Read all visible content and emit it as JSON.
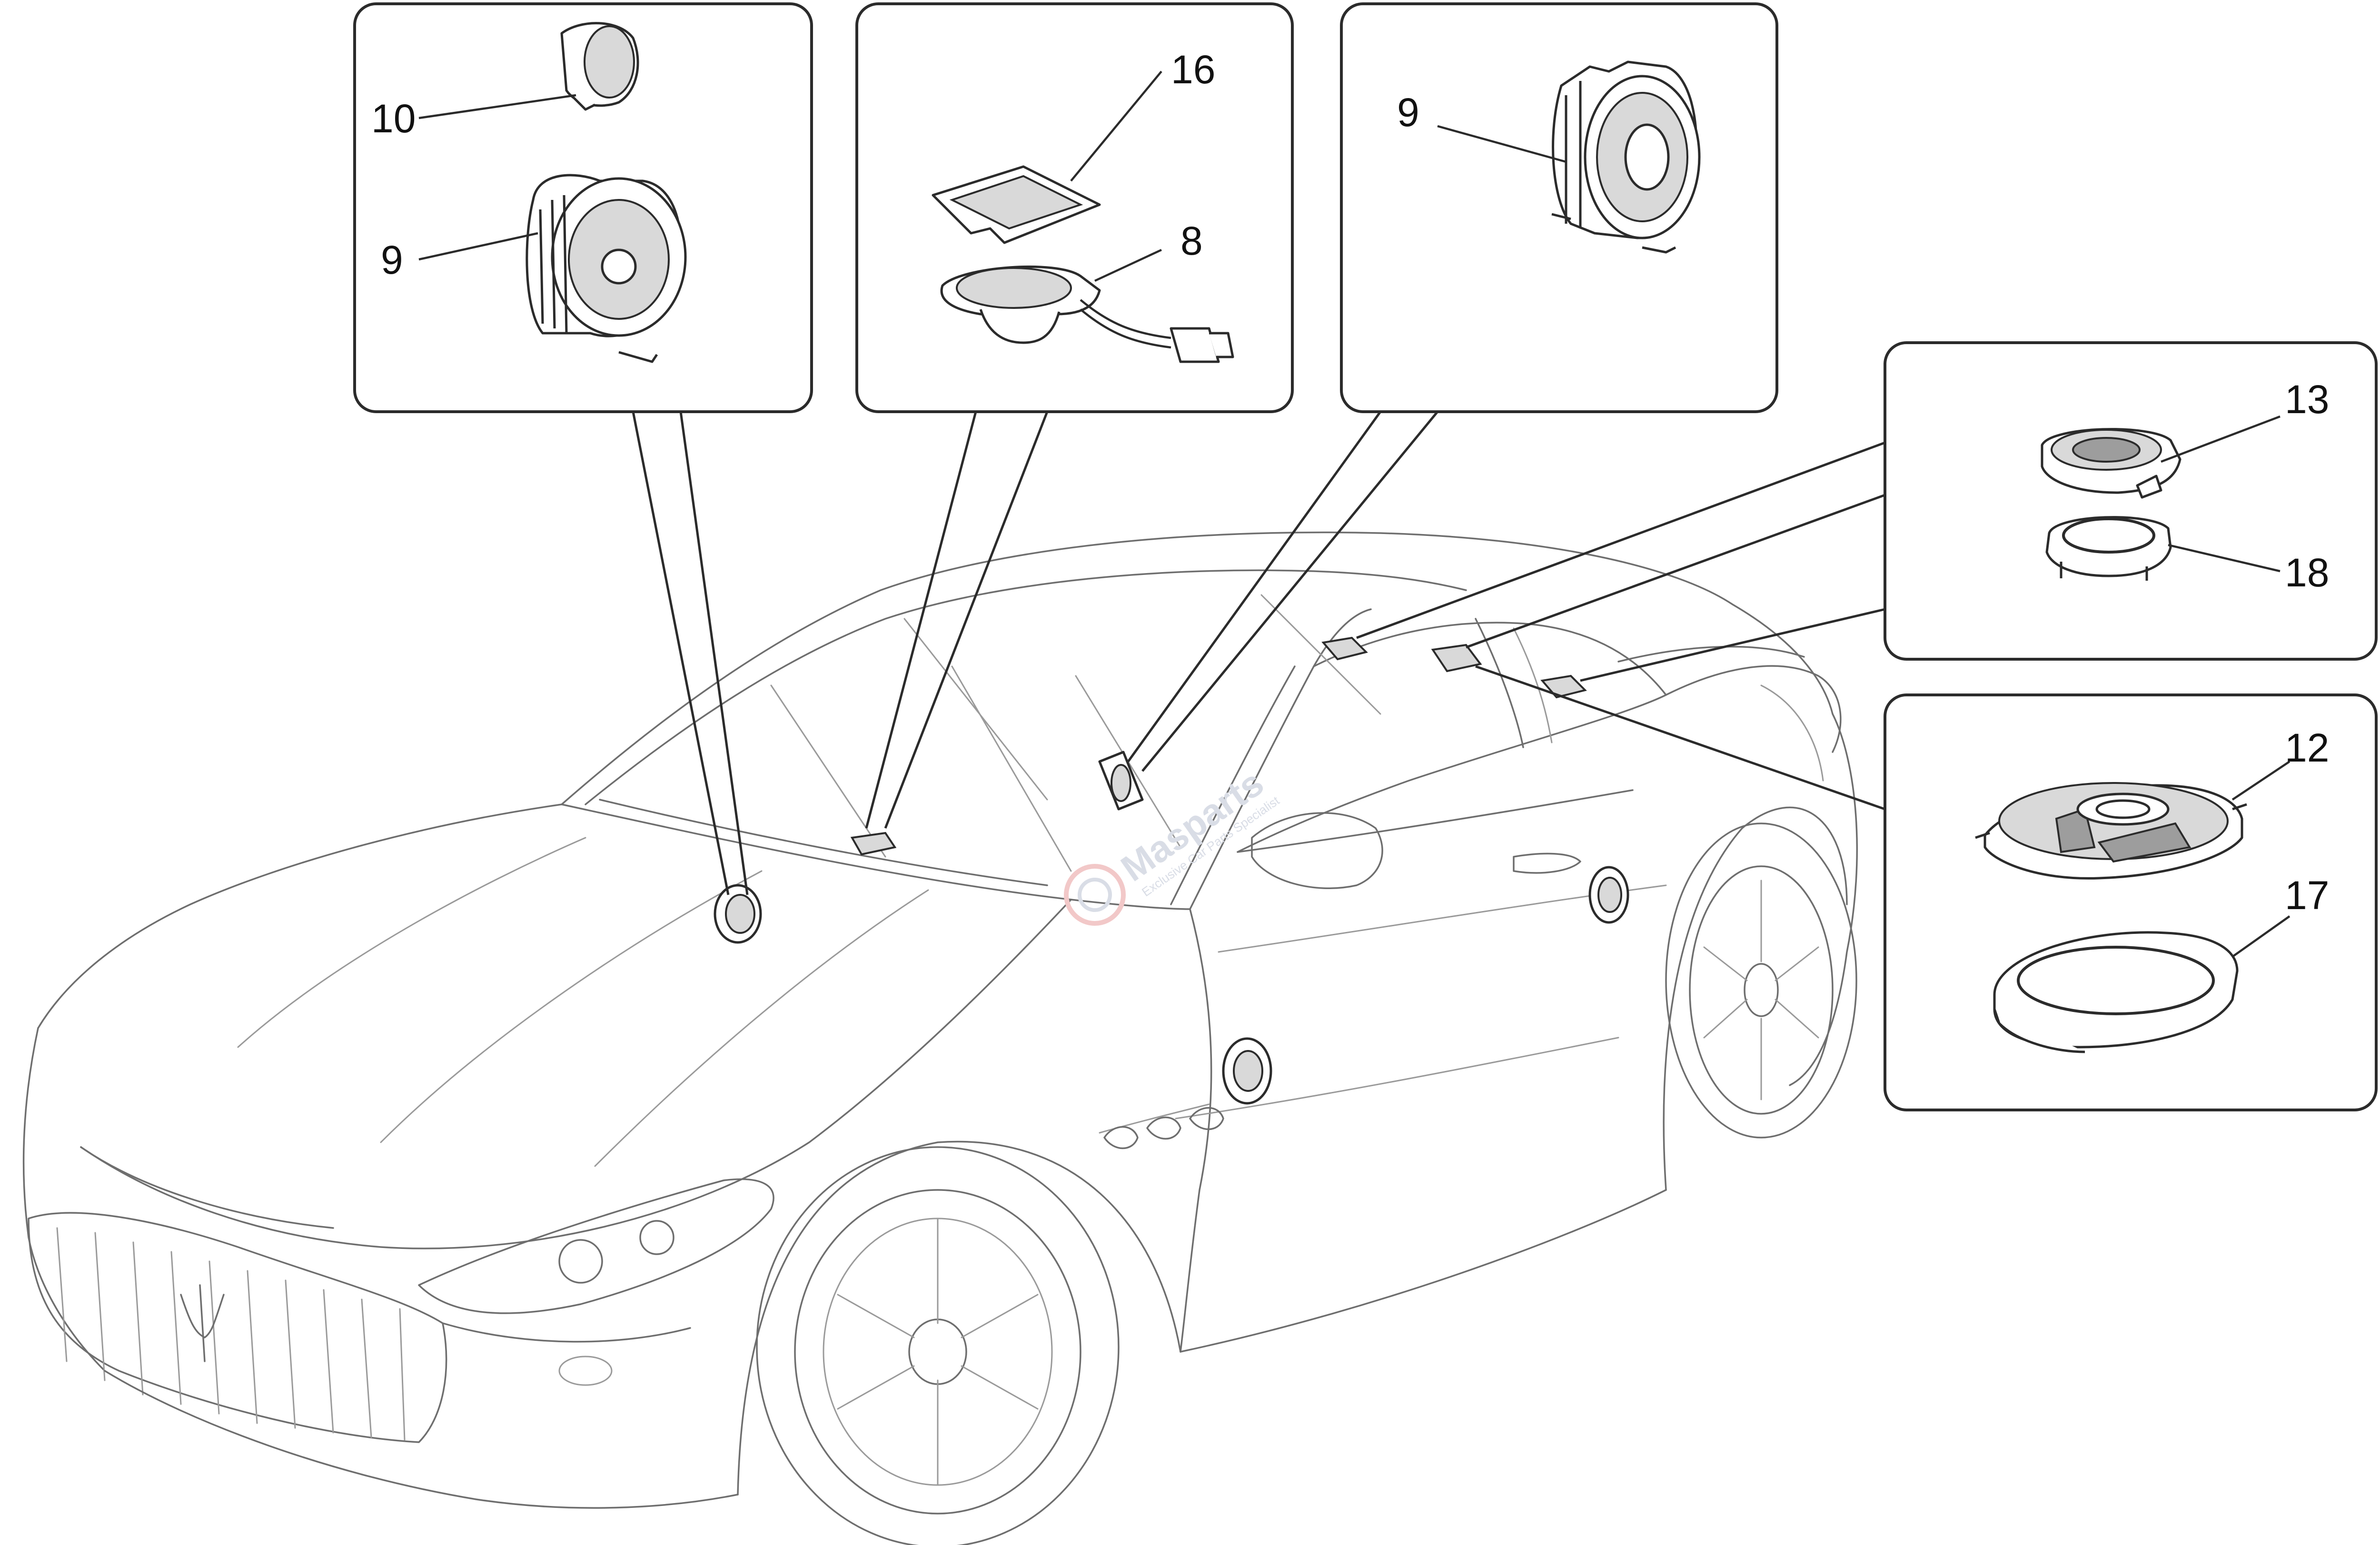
{
  "callouts": [
    {
      "id": "box-front-door",
      "labels": [
        "10",
        "9"
      ]
    },
    {
      "id": "box-dashboard",
      "labels": [
        "16",
        "8"
      ]
    },
    {
      "id": "box-a-pillar",
      "labels": [
        "9"
      ]
    },
    {
      "id": "box-rear-shelf",
      "labels": [
        "13",
        "18"
      ]
    },
    {
      "id": "box-rear-side",
      "labels": [
        "12",
        "17"
      ]
    }
  ],
  "part_labels": {
    "p10": "10",
    "p9_left": "9",
    "p16": "16",
    "p8": "8",
    "p9_right": "9",
    "p13": "13",
    "p18": "18",
    "p12": "12",
    "p17": "17"
  },
  "watermark": {
    "brand": "Masparts",
    "tagline": "Exclusive Car Parts Specialist"
  },
  "colors": {
    "outline": "#2b2b2b",
    "car_line": "#6e6e6e",
    "watermark": "#d9dde6",
    "watermark_accent": "#f2c8c8"
  }
}
